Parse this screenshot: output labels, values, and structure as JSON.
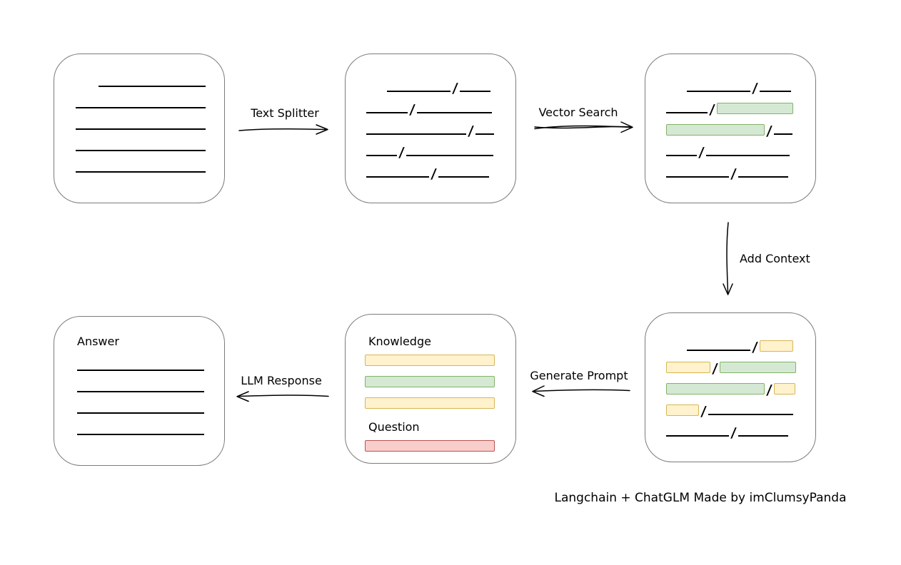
{
  "colors": {
    "green_fill": "#d5e8d4",
    "green_border": "#82b366",
    "yellow_fill": "#fff2cc",
    "yellow_border": "#d6b656",
    "red_fill": "#f8cecc",
    "red_border": "#b85450",
    "box_border": "#7b7b7b",
    "line": "#000000"
  },
  "glyphs": {
    "slash": "/"
  },
  "labels": {
    "text_splitter": "Text Splitter",
    "vector_search": "Vector Search",
    "add_context": "Add Context",
    "generate_prompt": "Generate Prompt",
    "llm_response": "LLM Response"
  },
  "caption": "Langchain + ChatGLM Made by imClumsyPanda",
  "nodes": {
    "document": {
      "rows": [
        [
          {
            "t": "gap",
            "w": 32
          },
          {
            "t": "line",
            "w": 150
          }
        ],
        [
          {
            "t": "line",
            "w": 182
          }
        ],
        [
          {
            "t": "line",
            "w": 182
          }
        ],
        [
          {
            "t": "line",
            "w": 182
          }
        ],
        [
          {
            "t": "line",
            "w": 182
          }
        ]
      ]
    },
    "split": {
      "rows": [
        [
          {
            "t": "gap",
            "w": 29
          },
          {
            "t": "line",
            "w": 89
          },
          {
            "t": "slash"
          },
          {
            "t": "line",
            "w": 43
          }
        ],
        [
          {
            "t": "line",
            "w": 58
          },
          {
            "t": "slash"
          },
          {
            "t": "line",
            "w": 105
          }
        ],
        [
          {
            "t": "line",
            "w": 140
          },
          {
            "t": "slash"
          },
          {
            "t": "line",
            "w": 26
          }
        ],
        [
          {
            "t": "line",
            "w": 43
          },
          {
            "t": "slash"
          },
          {
            "t": "line",
            "w": 122
          }
        ],
        [
          {
            "t": "line",
            "w": 88
          },
          {
            "t": "slash"
          },
          {
            "t": "line",
            "w": 71
          }
        ]
      ]
    },
    "vector": {
      "rows": [
        [
          {
            "t": "gap",
            "w": 29
          },
          {
            "t": "line",
            "w": 89
          },
          {
            "t": "slash"
          },
          {
            "t": "line",
            "w": 44
          }
        ],
        [
          {
            "t": "line",
            "w": 58
          },
          {
            "t": "slash"
          },
          {
            "t": "chunk",
            "c": "green",
            "w": 107
          }
        ],
        [
          {
            "t": "chunk",
            "c": "green",
            "w": 138
          },
          {
            "t": "slash"
          },
          {
            "t": "line",
            "w": 26
          }
        ],
        [
          {
            "t": "line",
            "w": 43
          },
          {
            "t": "slash"
          },
          {
            "t": "line",
            "w": 117
          }
        ],
        [
          {
            "t": "line",
            "w": 88
          },
          {
            "t": "slash"
          },
          {
            "t": "line",
            "w": 70
          }
        ]
      ]
    },
    "context": {
      "rows": [
        [
          {
            "t": "gap",
            "w": 29
          },
          {
            "t": "line",
            "w": 89
          },
          {
            "t": "slash"
          },
          {
            "t": "chunk",
            "c": "yellow",
            "w": 47
          }
        ],
        [
          {
            "t": "chunk",
            "c": "yellow",
            "w": 62
          },
          {
            "t": "slash"
          },
          {
            "t": "chunk",
            "c": "green",
            "w": 107
          }
        ],
        [
          {
            "t": "chunk",
            "c": "green",
            "w": 138
          },
          {
            "t": "slash"
          },
          {
            "t": "chunk",
            "c": "yellow",
            "w": 30
          }
        ],
        [
          {
            "t": "chunk",
            "c": "yellow",
            "w": 46
          },
          {
            "t": "slash"
          },
          {
            "t": "line",
            "w": 119
          }
        ],
        [
          {
            "t": "line",
            "w": 88
          },
          {
            "t": "slash"
          },
          {
            "t": "line",
            "w": 70
          }
        ]
      ]
    },
    "prompt": {
      "knowledge_label": "Knowledge",
      "question_label": "Question",
      "knowledge_rows": [
        [
          {
            "t": "chunk",
            "c": "yellow",
            "w": 182
          }
        ],
        [
          {
            "t": "chunk",
            "c": "green",
            "w": 182
          }
        ],
        [
          {
            "t": "chunk",
            "c": "yellow",
            "w": 182
          }
        ]
      ],
      "question_rows": [
        [
          {
            "t": "chunk",
            "c": "red",
            "w": 182
          }
        ]
      ]
    },
    "answer": {
      "label": "Answer",
      "rows": [
        [
          {
            "t": "line",
            "w": 178
          }
        ],
        [
          {
            "t": "line",
            "w": 178
          }
        ],
        [
          {
            "t": "line",
            "w": 178
          }
        ],
        [
          {
            "t": "line",
            "w": 178
          }
        ]
      ]
    }
  }
}
